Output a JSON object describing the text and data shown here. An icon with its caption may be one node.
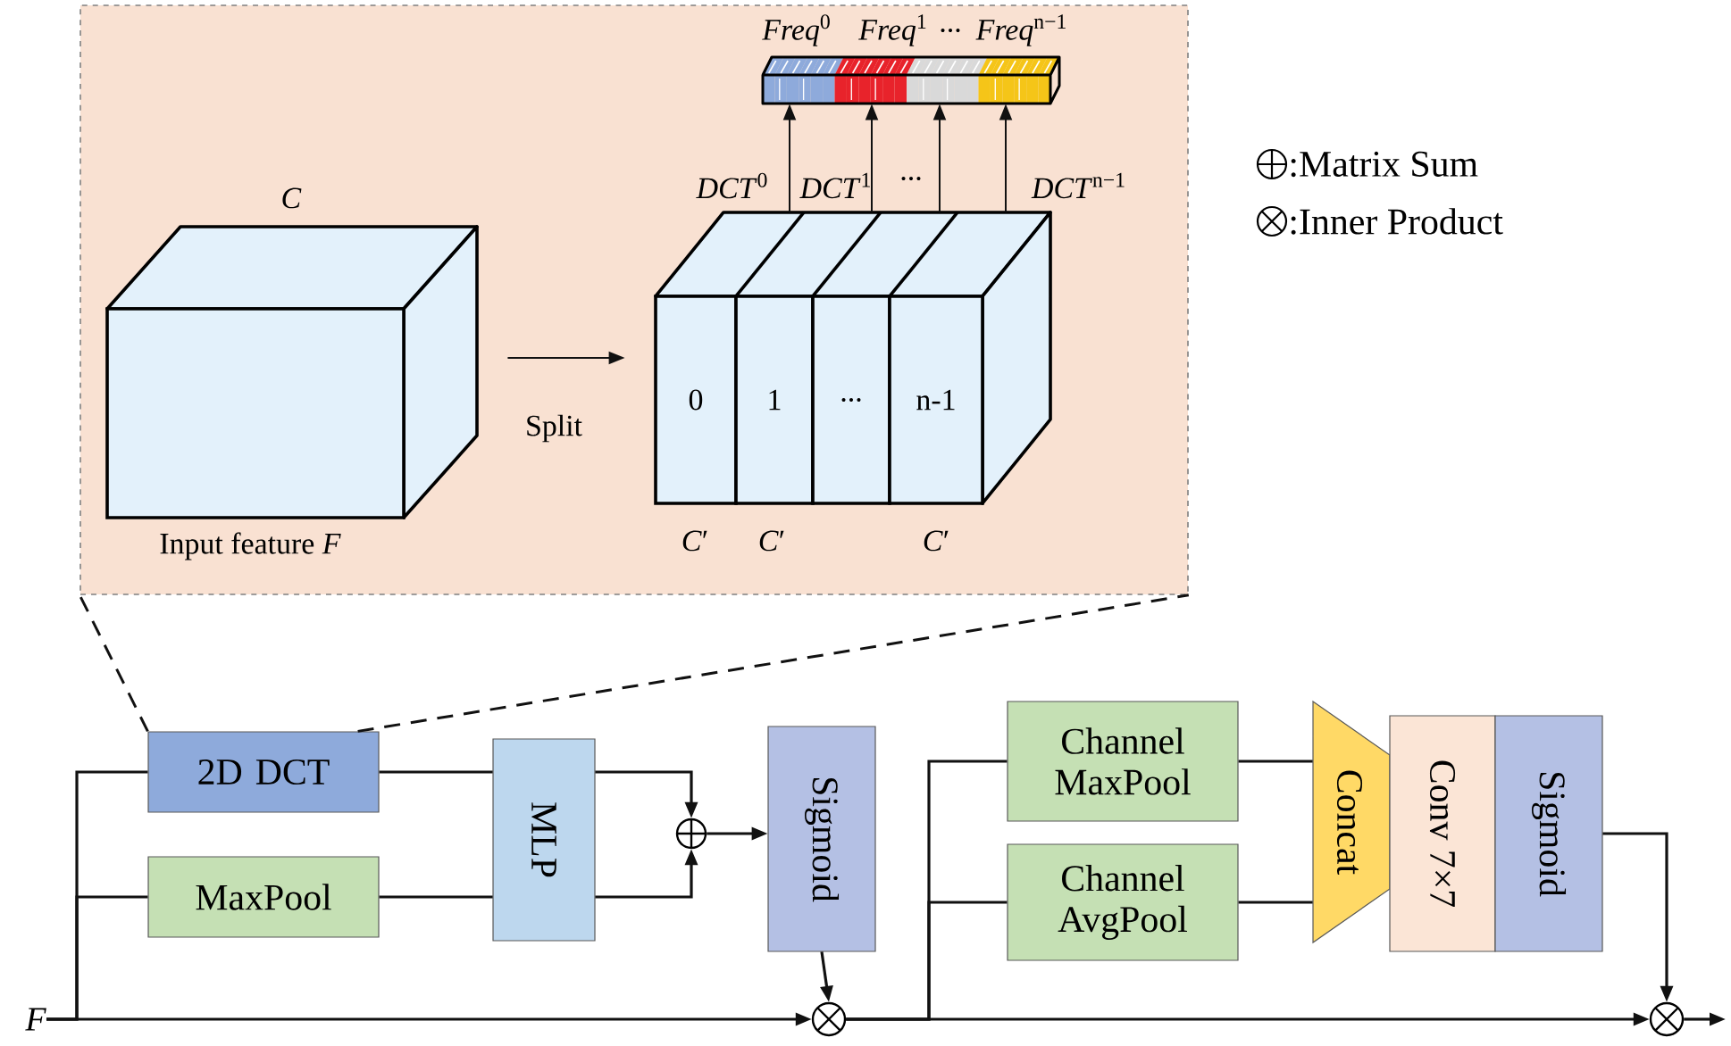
{
  "diagram": {
    "nodes": [
      {
        "text": [],
        "shape": "box"
      },
      {
        "text": [],
        "shape": "box",
        "in": 0,
        "beside": [
          "*C*",
          "Input feature *F*"
        ]
      },
      {
        "text": [],
        "shape": "box",
        "in": 0
      },
      {
        "text": [
          "0"
        ],
        "in": 2,
        "beside": [
          "*C*′"
        ]
      },
      {
        "text": [
          "1"
        ],
        "in": 2,
        "beside": [
          "*C*′"
        ]
      },
      {
        "text": [
          "..."
        ],
        "in": 2
      },
      {
        "text": [
          "n-1"
        ],
        "in": 2,
        "beside": [
          "*C*′"
        ]
      },
      {
        "text": [],
        "shape": "bar",
        "in": 0,
        "beside": [
          "*Freq*$^{0}$",
          "*Freq*$^{1}$",
          "...",
          "*Freq*$^{n−1}$"
        ]
      },
      {
        "text": [
          "*F*"
        ]
      },
      {
        "text": [
          "2D DCT"
        ]
      },
      {
        "text": [
          "MaxPool"
        ]
      },
      {
        "text": [
          "MLP"
        ]
      },
      {
        "text": [],
        "shape": "circle"
      },
      {
        "text": [
          "Sigmoid"
        ]
      },
      {
        "text": [],
        "shape": "circle"
      },
      {
        "text": [
          "Channel MaxPool"
        ]
      },
      {
        "text": [
          "Channel AvgPool"
        ]
      },
      {
        "text": [
          "Concat"
        ]
      },
      {
        "text": [
          "Conv 7×7"
        ]
      },
      {
        "text": [
          "Sigmoid"
        ]
      },
      {
        "text": [],
        "shape": "circle"
      }
    ],
    "edges": [
      {
        "from": 1,
        "to": 2,
        "arrow": "to",
        "label": "Split"
      },
      {
        "from": 2,
        "to": 7,
        "arrow": "to",
        "label": "*DCT*$^{0}$"
      },
      {
        "from": 2,
        "to": 7,
        "arrow": "to",
        "label": "*DCT*$^{1}$"
      },
      {
        "from": 2,
        "to": 7,
        "arrow": "to",
        "label": "..."
      },
      {
        "from": 2,
        "to": 7,
        "arrow": "to",
        "label": "*DCT*$^{n−1}$"
      },
      {
        "from": 9,
        "to": 0,
        "arrow": "none",
        "style": "dashed"
      },
      {
        "from": 9,
        "to": 0,
        "arrow": "none",
        "style": "dashed"
      },
      {
        "from": 8,
        "to": 9,
        "arrow": "none"
      },
      {
        "from": 8,
        "to": 10,
        "arrow": "none"
      },
      {
        "from": 8,
        "to": 14,
        "arrow": "to"
      },
      {
        "from": 9,
        "to": 11,
        "arrow": "none"
      },
      {
        "from": 10,
        "to": 11,
        "arrow": "none"
      },
      {
        "from": 11,
        "to": 12,
        "arrow": "to"
      },
      {
        "from": 11,
        "to": 12,
        "arrow": "to"
      },
      {
        "from": 12,
        "to": 13,
        "arrow": "to"
      },
      {
        "from": 13,
        "to": 14,
        "arrow": "to"
      },
      {
        "from": 14,
        "to": 15,
        "arrow": "none"
      },
      {
        "from": 14,
        "to": 16,
        "arrow": "none"
      },
      {
        "from": 14,
        "to": 20,
        "arrow": "to"
      },
      {
        "from": 15,
        "to": 17,
        "arrow": "none"
      },
      {
        "from": 16,
        "to": 17,
        "arrow": "none"
      },
      {
        "from": 19,
        "to": 20,
        "arrow": "to"
      },
      {
        "from": 20,
        "to": null,
        "arrow": "to"
      }
    ],
    "legend": [
      {
        "text": ":Matrix Sum"
      },
      {
        "text": ":Inner Product"
      }
    ]
  }
}
